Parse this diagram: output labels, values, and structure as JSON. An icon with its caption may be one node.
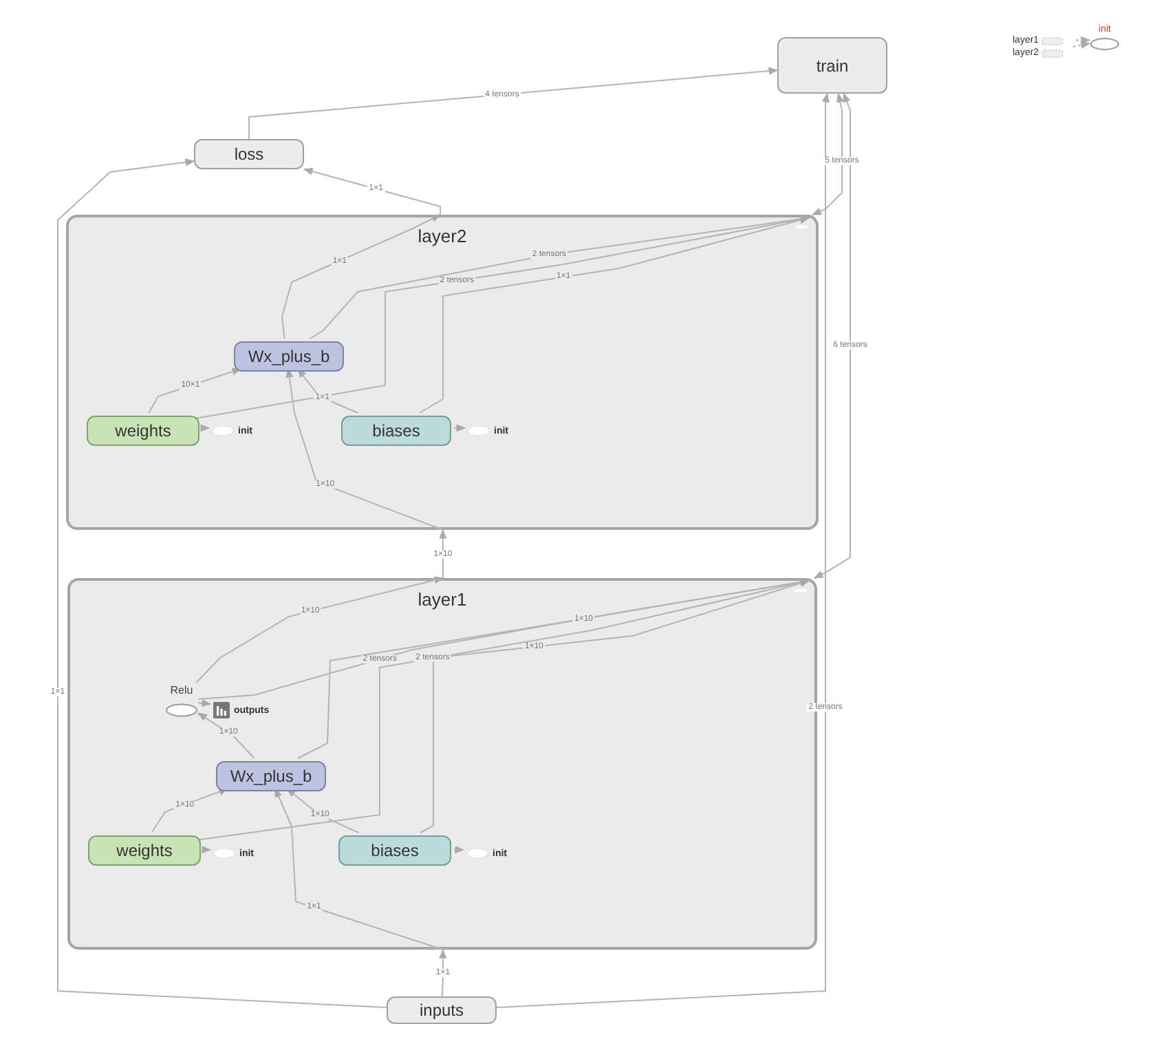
{
  "diagram": {
    "nodes": [
      {
        "text": [
          "train"
        ]
      },
      {
        "text": [
          "loss"
        ]
      },
      {
        "text": [
          "layer2"
        ]
      },
      {
        "text": [
          "Wx_plus_b"
        ],
        "in": 2
      },
      {
        "text": [
          "weights"
        ],
        "in": 2
      },
      {
        "text": [
          "biases"
        ],
        "in": 2
      },
      {
        "text": [
          "init"
        ],
        "in": 2
      },
      {
        "text": [
          "init"
        ],
        "in": 2
      },
      {
        "text": [
          "layer1"
        ]
      },
      {
        "text": [
          "Relu"
        ],
        "in": 8
      },
      {
        "text": [
          "outputs"
        ],
        "in": 8
      },
      {
        "text": [
          "Wx_plus_b"
        ],
        "in": 8
      },
      {
        "text": [
          "weights"
        ],
        "in": 8
      },
      {
        "text": [
          "biases"
        ],
        "in": 8
      },
      {
        "text": [
          "init"
        ],
        "in": 8
      },
      {
        "text": [
          "init"
        ],
        "in": 8
      },
      {
        "text": [
          "inputs"
        ]
      },
      {
        "text": [
          "layer1"
        ]
      },
      {
        "text": [
          "layer2"
        ]
      },
      {
        "text": [
          "init"
        ]
      }
    ],
    "edges": [
      {
        "from": 1,
        "to": 0,
        "arrow": "to",
        "label": "4 tensors"
      },
      {
        "from": 2,
        "to": 1,
        "arrow": "to",
        "label": "1×1"
      },
      {
        "from": 16,
        "to": 1,
        "arrow": "to",
        "label": "1×1"
      },
      {
        "from": 16,
        "to": 0,
        "arrow": "to",
        "label": "2 tensors"
      },
      {
        "from": 0,
        "to": 2,
        "arrow": "both",
        "label": "5 tensors"
      },
      {
        "from": 0,
        "to": 8,
        "arrow": "both",
        "label": "6 tensors"
      },
      {
        "from": 8,
        "to": 2,
        "arrow": "to",
        "label": "1×10"
      },
      {
        "from": 2,
        "to": 3,
        "arrow": "to",
        "label": "1×10"
      },
      {
        "from": 4,
        "to": 3,
        "arrow": "to",
        "label": "10×1"
      },
      {
        "from": 5,
        "to": 3,
        "arrow": "to",
        "label": "1×1"
      },
      {
        "from": 4,
        "to": 6,
        "arrow": "to",
        "style": "dashed"
      },
      {
        "from": 5,
        "to": 7,
        "arrow": "to",
        "style": "dashed"
      },
      {
        "from": 3,
        "to": 2,
        "arrow": "to",
        "label": "1×1"
      },
      {
        "from": 3,
        "to": 2,
        "arrow": "to",
        "label": "2 tensors"
      },
      {
        "from": 4,
        "to": 2,
        "arrow": "to",
        "label": "2 tensors"
      },
      {
        "from": 5,
        "to": 2,
        "arrow": "to",
        "label": "1×1"
      },
      {
        "from": 9,
        "to": 8,
        "arrow": "to",
        "label": "1×10"
      },
      {
        "from": 9,
        "to": 10,
        "arrow": "to"
      },
      {
        "from": 11,
        "to": 9,
        "arrow": "to",
        "label": "1×10"
      },
      {
        "from": 12,
        "to": 11,
        "arrow": "to",
        "label": "1×10"
      },
      {
        "from": 13,
        "to": 11,
        "arrow": "to",
        "label": "1×10"
      },
      {
        "from": 8,
        "to": 11,
        "arrow": "to",
        "label": "1×1"
      },
      {
        "from": 16,
        "to": 8,
        "arrow": "to",
        "label": "1×1"
      },
      {
        "from": 12,
        "to": 14,
        "arrow": "to",
        "style": "dashed"
      },
      {
        "from": 13,
        "to": 15,
        "arrow": "to",
        "style": "dashed"
      },
      {
        "from": 9,
        "to": 8,
        "arrow": "to",
        "label": "2 tensors"
      },
      {
        "from": 11,
        "to": 8,
        "arrow": "to",
        "label": "1×10"
      },
      {
        "from": 12,
        "to": 8,
        "arrow": "to",
        "label": "2 tensors"
      },
      {
        "from": 13,
        "to": 8,
        "arrow": "to",
        "label": "1×10"
      },
      {
        "from": 17,
        "to": 19,
        "arrow": "to",
        "style": "dashed"
      },
      {
        "from": 18,
        "to": 19,
        "arrow": "to",
        "style": "dashed"
      }
    ]
  }
}
